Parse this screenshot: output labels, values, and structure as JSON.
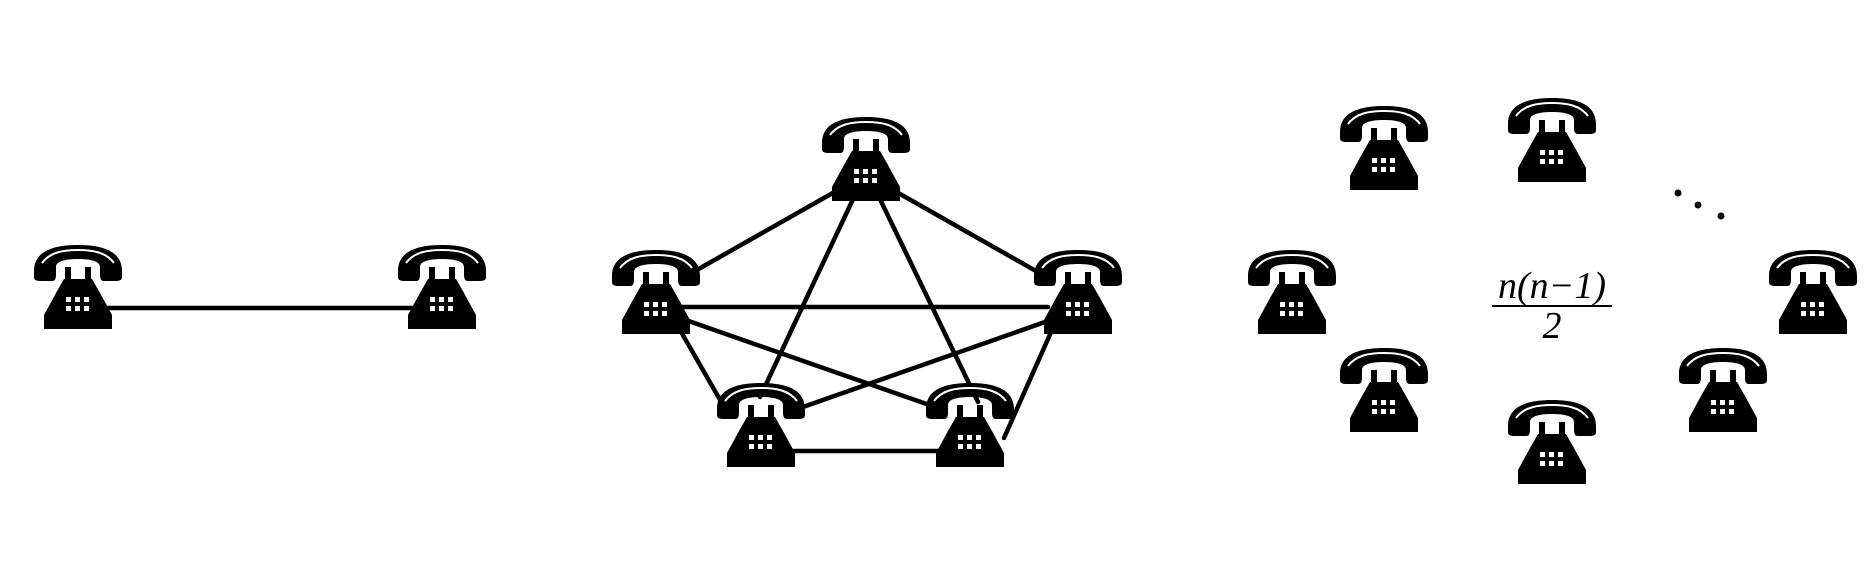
{
  "diagram": {
    "formula": {
      "numerator": "n(n−1)",
      "denominator": "2"
    },
    "icons": {
      "node": "telephone-icon"
    },
    "panels": [
      {
        "id": "two-phones",
        "phone_count": 2,
        "link_count": 1
      },
      {
        "id": "five-phones",
        "phone_count": 5,
        "link_count": 10
      },
      {
        "id": "n-phones",
        "phone_count": 7,
        "link_count": 0
      }
    ],
    "colors": {
      "ink": "#000000",
      "background": "#ffffff"
    }
  }
}
